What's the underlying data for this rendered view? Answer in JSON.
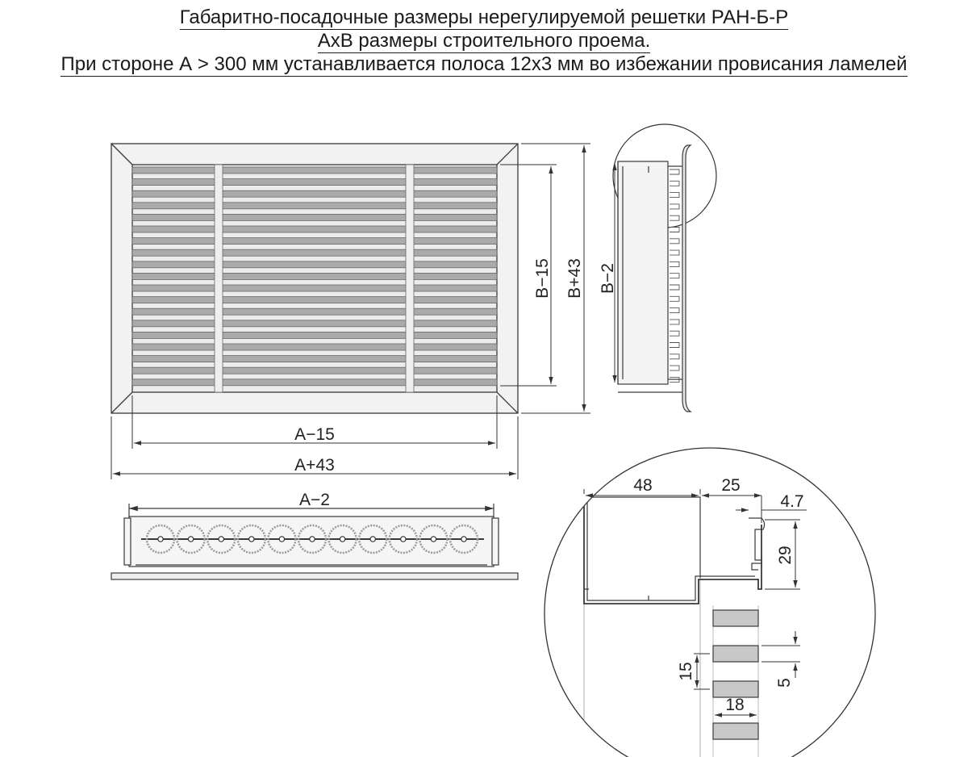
{
  "title": {
    "line1": "Габаритно-посадочные размеры нерегулируемой решетки РАН-Б-Р",
    "line2": "AxB размеры строительного проема.",
    "line3": "При стороне А > 300 мм устанавливается полоса 12х3 мм во избежании провисания ламелей"
  },
  "front_view": {
    "dim_width_inner": "A−15",
    "dim_width_outer": "A+43",
    "dim_height_inner": "B−15",
    "dim_height_outer": "B+43"
  },
  "side_view": {
    "dim_height": "B−2"
  },
  "bottom_view": {
    "dim_width": "A−2"
  },
  "detail": {
    "dim_48": "48",
    "dim_25": "25",
    "dim_4_7": "4.7",
    "dim_29": "29",
    "dim_15": "15",
    "dim_5": "5",
    "dim_18": "18"
  },
  "colors": {
    "line": "#3a3a3a",
    "fill": "#eeeeee",
    "slat": "#aaaaaa"
  }
}
